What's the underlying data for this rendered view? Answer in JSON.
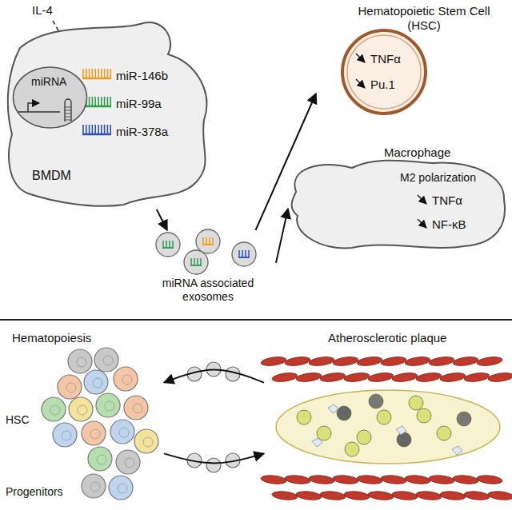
{
  "diagram": {
    "nodes": [
      {
        "text": [
          "BMDM",
          "miR-146b",
          "miR-99a",
          "miR-378a"
        ]
      },
      {
        "text": [
          "miRNA"
        ],
        "in": 0
      },
      {
        "text": [
          "miRNA associated exosomes"
        ]
      },
      {
        "text": [
          "Hematopoietic Stem Cell (HSC)",
          "TNFα",
          "Pu.1"
        ]
      },
      {
        "text": [
          "Macrophage",
          "M2 polarization",
          "TNFα",
          "NF-κB"
        ]
      },
      {
        "text": [
          "Hematopoiesis",
          "HSC",
          "Progenitors"
        ]
      },
      {
        "text": [
          "Atherosclerotic plaque"
        ]
      }
    ],
    "edges": [
      {
        "from": 0,
        "to": 2,
        "arrow": "to"
      },
      {
        "from": 2,
        "to": 3,
        "arrow": "to"
      },
      {
        "from": 2,
        "to": 4,
        "arrow": "to"
      },
      {
        "from": 6,
        "to": 5,
        "arrow": "to"
      },
      {
        "from": 5,
        "to": 6,
        "arrow": "to"
      }
    ],
    "labels": [
      "IL-4"
    ]
  }
}
